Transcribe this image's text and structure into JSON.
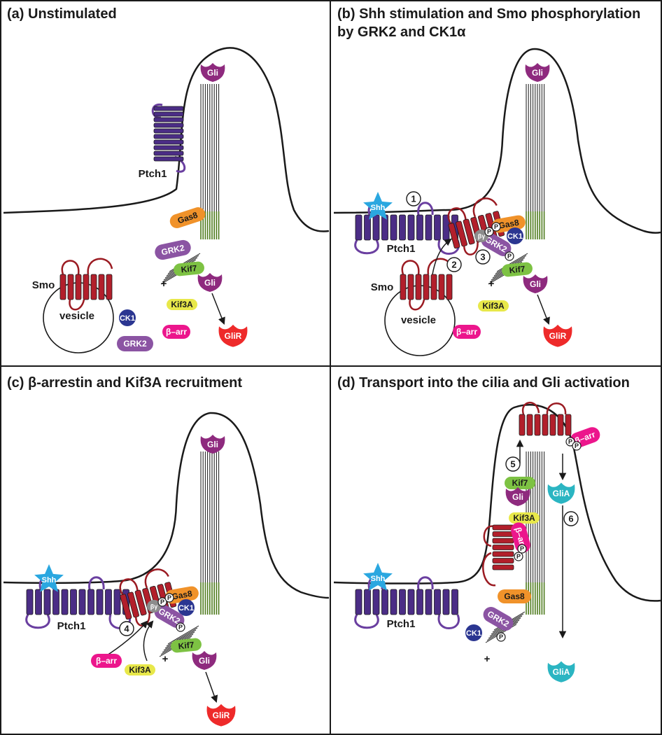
{
  "panels": [
    {
      "title": "(a) Unstimulated"
    },
    {
      "title": "(b) Shh stimulation and Smo phosphorylation",
      "title_line2": "by GRK2 and CK1α"
    },
    {
      "title": "(c) β-arrestin and Kif3A recruitment"
    },
    {
      "title": "(d) Transport into the cilia and Gli activation"
    }
  ],
  "labels": {
    "ptch1": "Ptch1",
    "smo": "Smo",
    "vesicle": "vesicle",
    "shh": "Shh",
    "gli": "Gli",
    "gliR": "GliR",
    "gliA": "GliA",
    "gas8": "Gas8",
    "grk2": "GRK2",
    "kif7": "Kif7",
    "kif3a": "Kif3A",
    "ck1": "CK1",
    "barr": "β–arr",
    "bg": "βγ",
    "p": "P",
    "plus": "+"
  },
  "steps": [
    "1",
    "2",
    "3",
    "4",
    "5",
    "6"
  ],
  "colors": {
    "ptch1": "#4b2d86",
    "ptch1_loop": "#6a3fa0",
    "smo": "#b21f2b",
    "smo_loop": "#9b1b22",
    "gli": "#8e2a7e",
    "gliR": "#ee2a2a",
    "gliA": "#2bb5c2",
    "gas8": "#f0922a",
    "grk2": "#8b54a3",
    "kif7": "#7dc243",
    "kif3a": "#e8e84a",
    "ck1": "#2b3691",
    "barr": "#ec168c",
    "shh": "#2aa7e0",
    "bg": "#8c8c8c",
    "axoneme_base": "#4d7a1c"
  }
}
